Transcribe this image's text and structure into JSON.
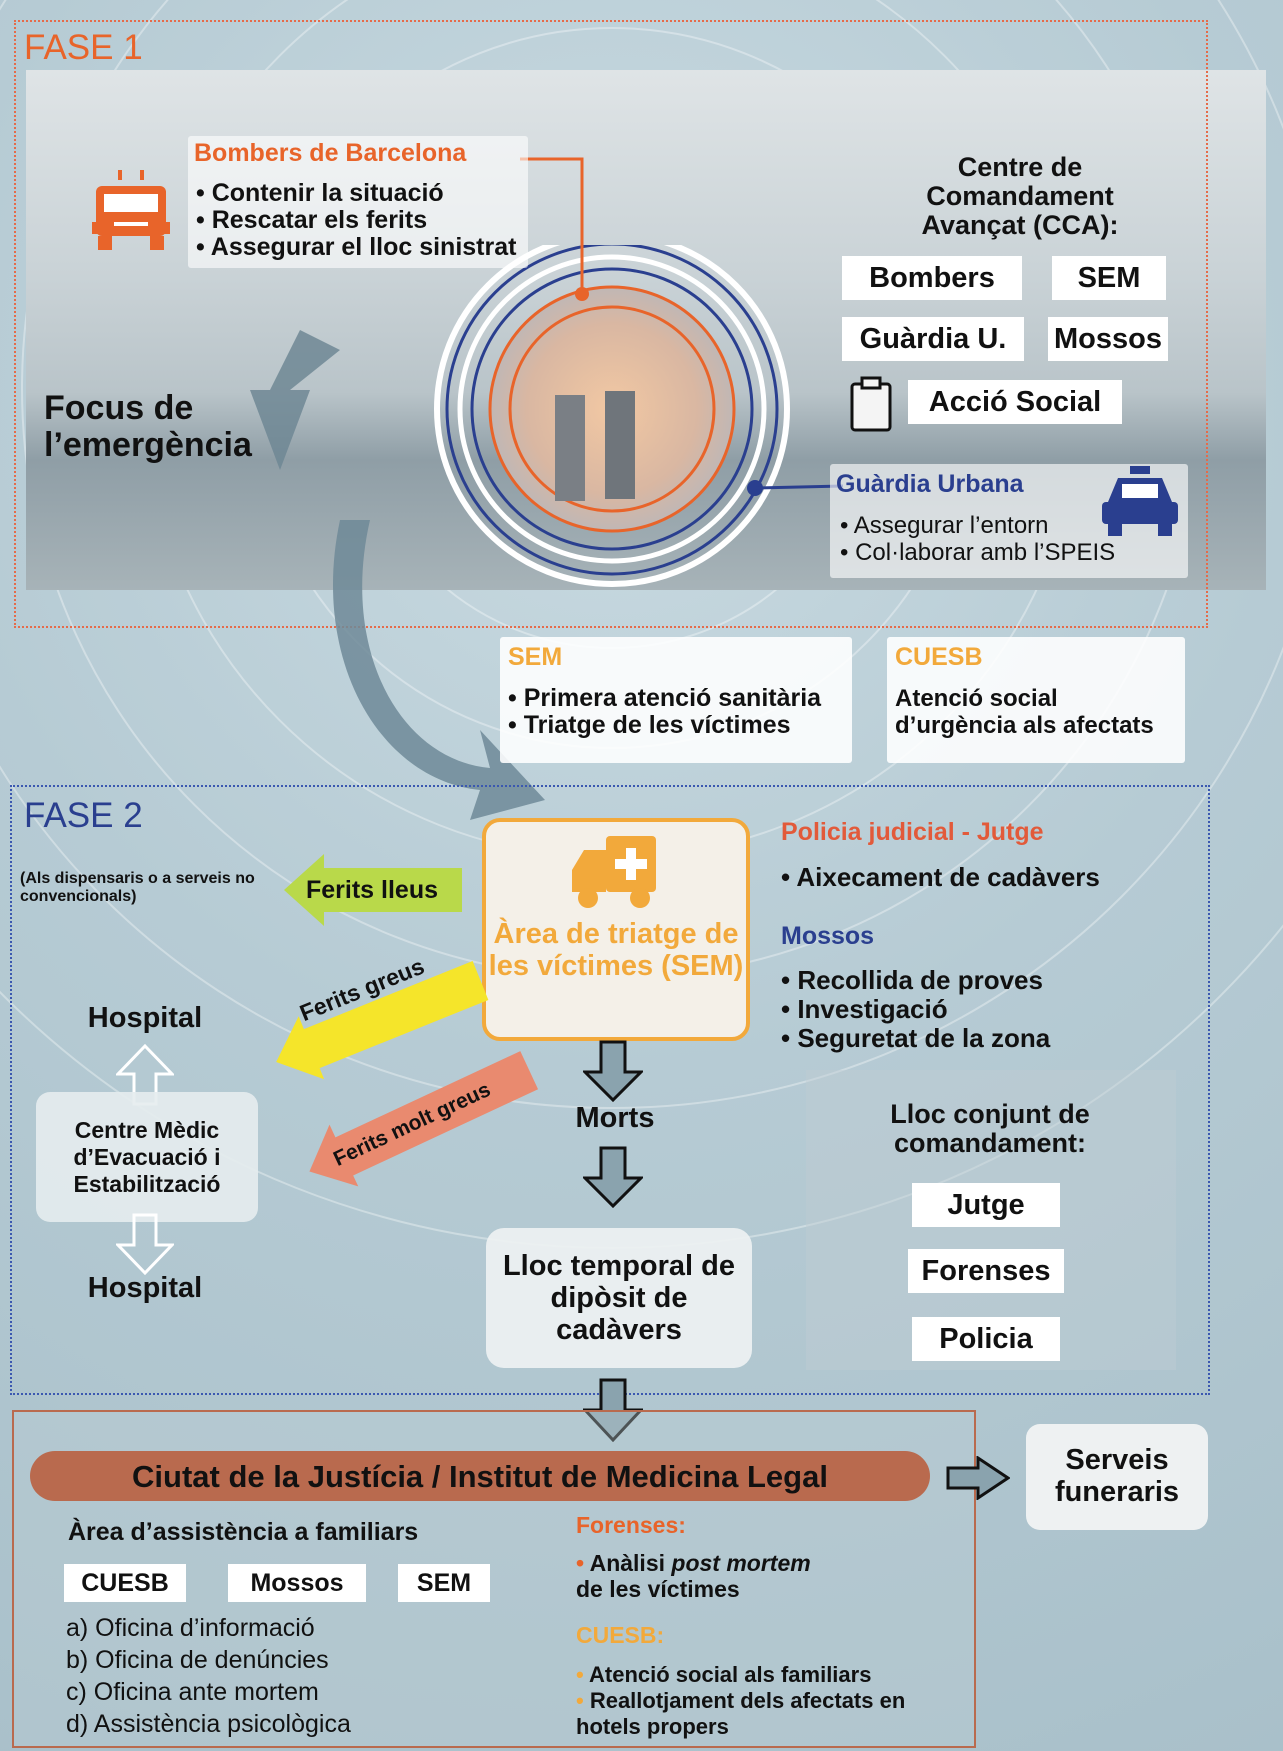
{
  "fase1": {
    "label": "FASE 1",
    "focus_label": "Focus de l’emergència",
    "bombers": {
      "title": "Bombers de Barcelona",
      "items": [
        "Contenir la situació",
        "Rescatar els ferits",
        "Assegurar el lloc sinistrat"
      ]
    },
    "cca": {
      "title": "Centre de Comandament Avançat (CCA):",
      "members": [
        "Bombers",
        "SEM",
        "Guàrdia U.",
        "Mossos",
        "Acció Social"
      ]
    },
    "guardia": {
      "title": "Guàrdia Urbana",
      "items": [
        "Assegurar l’entorn",
        "Col·laborar amb l’SPEIS"
      ]
    },
    "sem": {
      "title": "SEM",
      "items": [
        "Primera atenció sanitària",
        "Triatge de les víctimes"
      ]
    },
    "cuesb": {
      "title": "CUESB",
      "text": "Atenció social d’urgència als afectats"
    }
  },
  "fase2": {
    "label": "FASE 2",
    "dispensaris_note": "(Als dispensaris o a serveis no convencionals)",
    "ferits_lleus": "Ferits lleus",
    "ferits_greus": "Ferits greus",
    "ferits_molt_greus": "Ferits molt greus",
    "triatge": "Àrea de triatge de les víctimes (SEM)",
    "hospital_top": "Hospital",
    "hospital_bottom": "Hospital",
    "centre_medic": "Centre Mèdic d’Evacuació i Estabilització",
    "morts": "Morts",
    "deposit": "Lloc temporal de dipòsit de cadàvers",
    "policia_title": "Policia judicial - Jutge",
    "policia_items": [
      "Aixecament de cadàvers"
    ],
    "mossos_title": "Mossos",
    "mossos_items": [
      "Recollida de proves",
      "Investigació",
      "Seguretat de la zona"
    ],
    "lloc_title": "Lloc conjunt de comandament:",
    "lloc_members": [
      "Jutge",
      "Forenses",
      "Policia"
    ]
  },
  "fase3": {
    "ciutat_title": "Ciutat de la Justícia / Institut de Medicina Legal",
    "serveis": "Serveis funeraris",
    "area_title": "Àrea d’assistència a familiars",
    "area_tags": [
      "CUESB",
      "Mossos",
      "SEM"
    ],
    "area_items": [
      "a) Oficina d’informació",
      "b) Oficina de denúncies",
      "c) Oficina ante mortem",
      "d) Assistència psicològica"
    ],
    "forenses_title": "Forenses:",
    "forenses_prefix": "Anàlisi",
    "forenses_italic": "post mortem",
    "forenses_suffix": "de les víctimes",
    "cuesb_title": "CUESB:",
    "cuesb_items": [
      "Atenció social als familiars",
      "Reallotjament dels afectats en hotels propers"
    ]
  },
  "colors": {
    "orange": "#e8642a",
    "blue": "#2a3f8f",
    "yellow": "#f5e52a",
    "lime": "#b9d94a",
    "salmon": "#e98a6f",
    "brown": "#b96a4e"
  }
}
